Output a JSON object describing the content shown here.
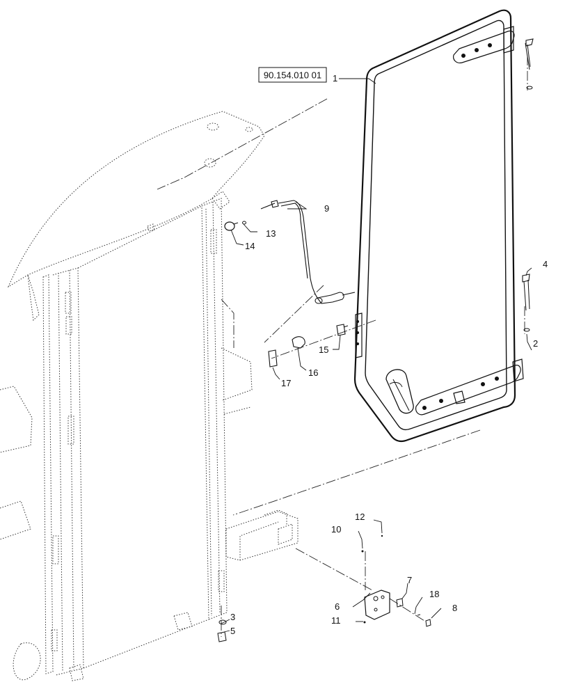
{
  "reference_code": "90.154.010 01",
  "callouts": [
    "1",
    "2",
    "3",
    "4",
    "5",
    "6",
    "7",
    "8",
    "9",
    "10",
    "11",
    "12",
    "13",
    "14",
    "15",
    "16",
    "17",
    "18"
  ]
}
